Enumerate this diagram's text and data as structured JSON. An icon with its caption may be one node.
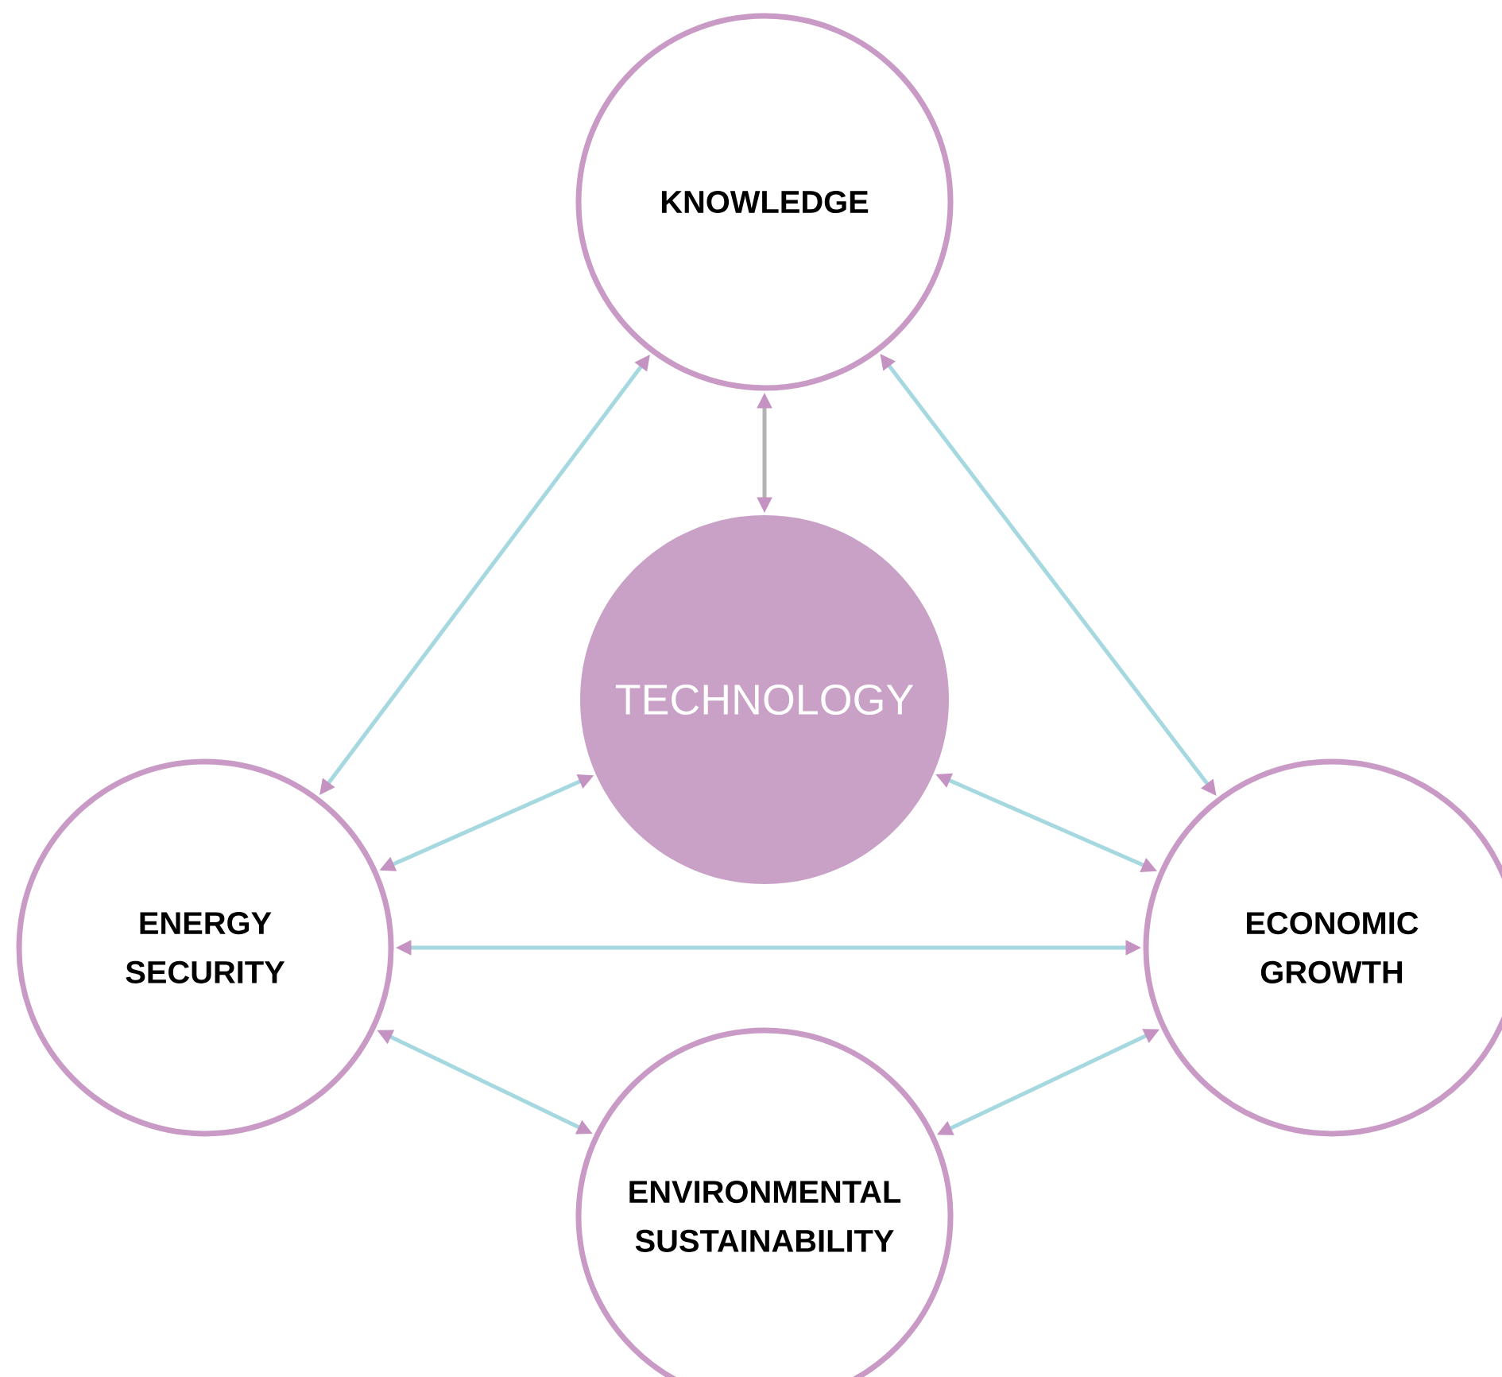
{
  "diagram": {
    "nodes": [
      {
        "text": [
          "KNOWLEDGE"
        ]
      },
      {
        "text": [
          "TECHNOLOGY"
        ]
      },
      {
        "text": [
          "ENERGY SECURITY"
        ]
      },
      {
        "text": [
          "ECONOMIC GROWTH"
        ]
      },
      {
        "text": [
          "ENVIRONMENTAL SUSTAINABILITY"
        ]
      }
    ],
    "edges": [
      {
        "from": 0,
        "to": 2,
        "arrow": "both"
      },
      {
        "from": 0,
        "to": 3,
        "arrow": "both"
      },
      {
        "from": 0,
        "to": 1,
        "arrow": "both",
        "color": "#b3b3b3"
      },
      {
        "from": 1,
        "to": 2,
        "arrow": "both"
      },
      {
        "from": 1,
        "to": 3,
        "arrow": "both"
      },
      {
        "from": 2,
        "to": 3,
        "arrow": "both"
      },
      {
        "from": 2,
        "to": 4,
        "arrow": "both"
      },
      {
        "from": 4,
        "to": 3,
        "arrow": "both"
      }
    ]
  }
}
